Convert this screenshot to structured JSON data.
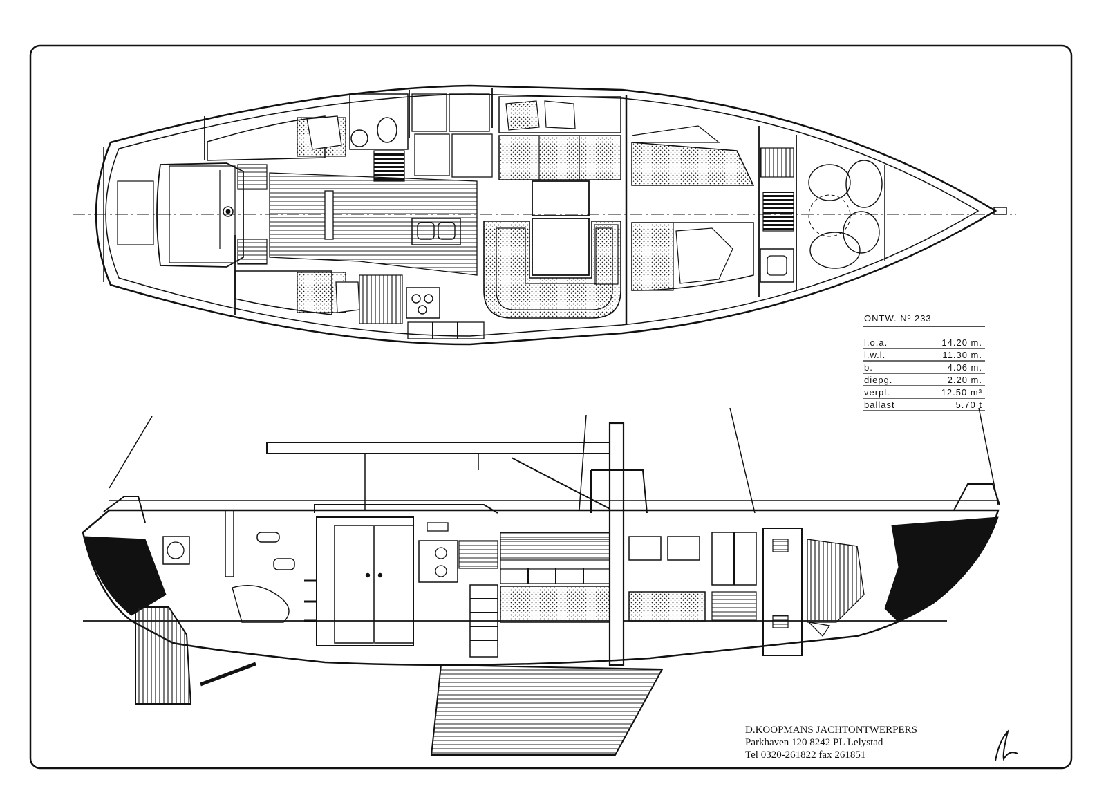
{
  "design": {
    "heading": "ONTW. Nº 233",
    "specs": [
      {
        "label": "l.o.a.",
        "value": "14.20 m."
      },
      {
        "label": "l.w.l.",
        "value": "11.30 m."
      },
      {
        "label": "b.",
        "value": "4.06 m."
      },
      {
        "label": "diepg.",
        "value": "2.20 m."
      },
      {
        "label": "verpl.",
        "value": "12.50 m³"
      },
      {
        "label": "ballast",
        "value": "5.70 t"
      }
    ]
  },
  "firm": {
    "name": "D.KOOPMANS JACHTONTWERPERS",
    "address": "Parkhaven 120 8242 PL Lelystad",
    "phone": "Tel 0320-261822 fax 261851"
  }
}
